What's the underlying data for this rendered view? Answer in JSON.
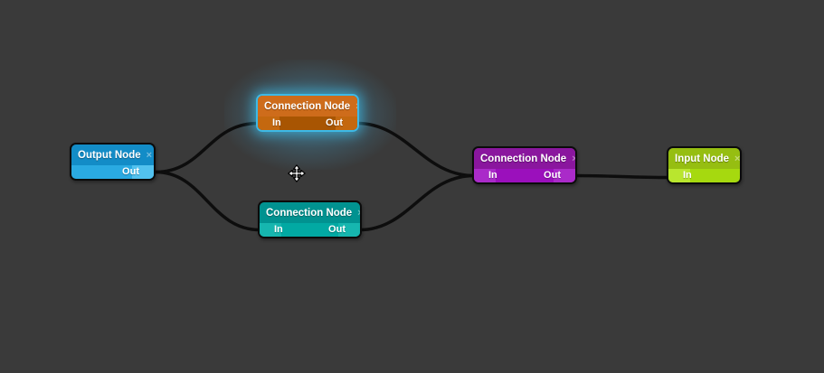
{
  "canvas": {
    "background_color": "#3a3a3a",
    "edge_color": "#0d0d0d"
  },
  "nodes": [
    {
      "id": "output",
      "title": "Output Node",
      "close_label": "×",
      "selected": false,
      "colors": {
        "title_bg": "#138cc7",
        "footer_bg": "#2aaae2",
        "port_bg": "#52c2ef"
      },
      "ports": [
        {
          "name": "out",
          "label": "Out"
        }
      ]
    },
    {
      "id": "connection-top",
      "title": "Connection Node",
      "close_label": "×",
      "selected": true,
      "colors": {
        "title_bg": "#ce6c1b",
        "footer_bg": "#a85502",
        "port_bg": "#c4680f",
        "selection_border": "#3db9e6",
        "selection_glow": "#48a4ce"
      },
      "ports": [
        {
          "name": "in",
          "label": "In"
        },
        {
          "name": "out",
          "label": "Out"
        }
      ]
    },
    {
      "id": "connection-bottom",
      "title": "Connection Node",
      "close_label": "×",
      "selected": false,
      "colors": {
        "title_bg": "#019290",
        "footer_bg": "#02a9a3",
        "port_bg": "#16b6af"
      },
      "ports": [
        {
          "name": "in",
          "label": "In"
        },
        {
          "name": "out",
          "label": "Out"
        }
      ]
    },
    {
      "id": "connection-right",
      "title": "Connection Node",
      "close_label": "×",
      "selected": false,
      "colors": {
        "title_bg": "#8a169e",
        "footer_bg": "#9b10bc",
        "port_bg": "#aa2bc9"
      },
      "ports": [
        {
          "name": "in",
          "label": "In"
        },
        {
          "name": "out",
          "label": "Out"
        }
      ]
    },
    {
      "id": "input",
      "title": "Input Node",
      "close_label": "×",
      "selected": false,
      "colors": {
        "title_bg": "#96be11",
        "footer_bg": "#a6d90f",
        "port_bg": "#b9e62e"
      },
      "ports": [
        {
          "name": "in",
          "label": "In"
        }
      ]
    }
  ],
  "connections": [
    {
      "from": "output.out",
      "to": "connection-top.in"
    },
    {
      "from": "output.out",
      "to": "connection-bottom.in"
    },
    {
      "from": "connection-top.out",
      "to": "connection-right.in"
    },
    {
      "from": "connection-bottom.out",
      "to": "connection-right.in"
    },
    {
      "from": "connection-right.out",
      "to": "input.in"
    }
  ],
  "cursor": {
    "type": "move-cursor"
  }
}
